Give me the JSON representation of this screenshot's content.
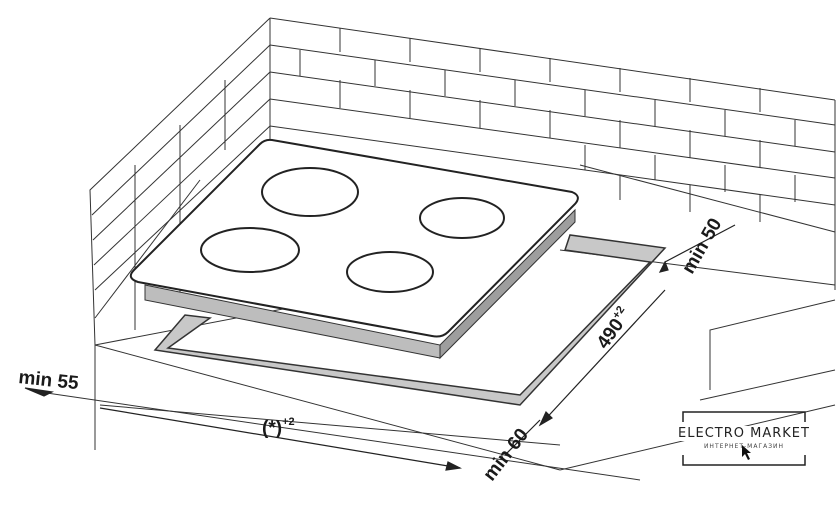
{
  "diagram": {
    "labels": {
      "min_back": "min 50",
      "depth": "490",
      "depth_tol": "+2",
      "min_front": "min 60",
      "min_side": "min 55",
      "width": "(*)",
      "width_tol": "+2"
    },
    "colors": {
      "line": "#333333",
      "cutout_fill": "#c8c8c8",
      "hob_side": "#bdbdbd"
    }
  },
  "logo": {
    "title": "ELECTRO MARKET",
    "subtitle": "ИНТЕРНЕТ-МАГАЗИН"
  }
}
